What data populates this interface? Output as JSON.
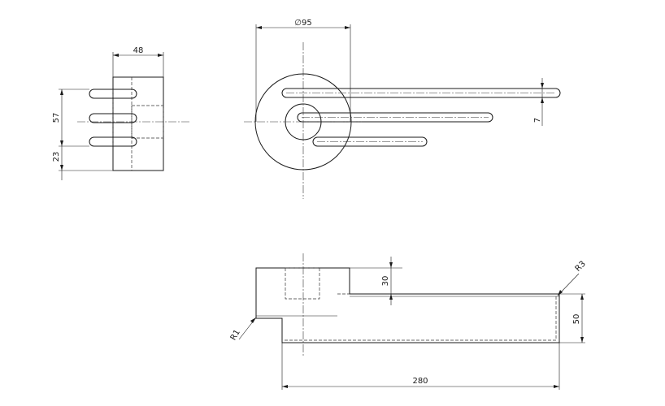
{
  "dimensions": {
    "width_48": "48",
    "dia_95": "∅95",
    "h_57": "57",
    "h_23": "23",
    "slot_7": "7",
    "h_30": "30",
    "r_3": "R3",
    "h_50": "50",
    "r_1": "R1",
    "len_280": "280"
  }
}
